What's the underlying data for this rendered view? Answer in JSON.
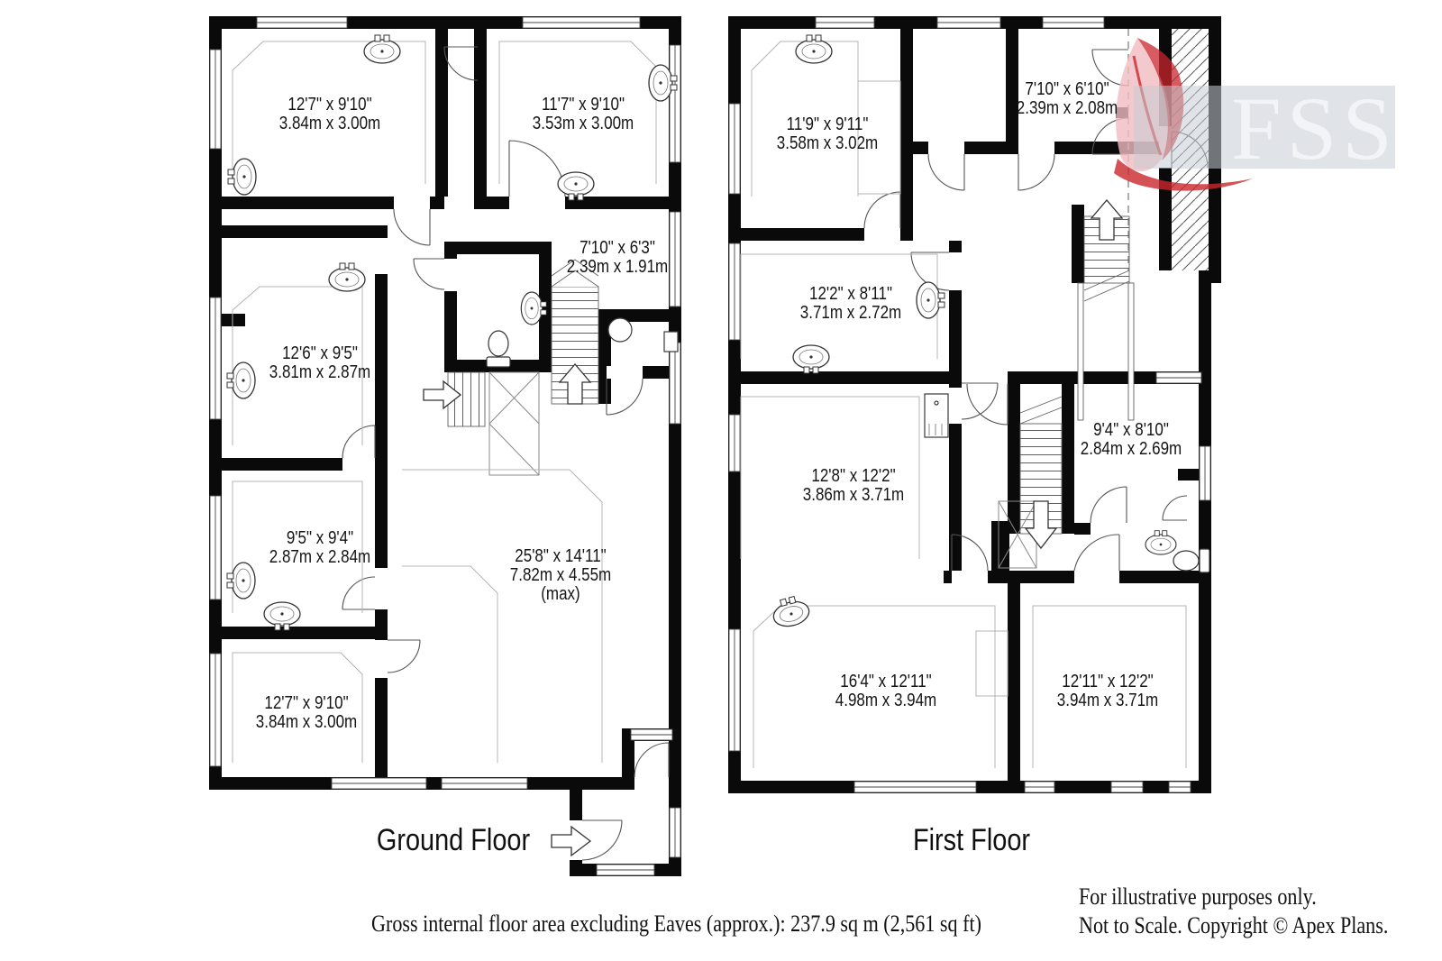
{
  "watermark": {
    "logo_text": "FSS"
  },
  "ground_floor": {
    "title": "Ground Floor",
    "rooms": [
      {
        "imperial": "12'7\" x 9'10\"",
        "metric": "3.84m x 3.00m"
      },
      {
        "imperial": "11'7\" x 9'10\"",
        "metric": "3.53m x 3.00m"
      },
      {
        "imperial": "7'10\" x 6'3\"",
        "metric": "2.39m x 1.91m"
      },
      {
        "imperial": "12'6\" x 9'5\"",
        "metric": "3.81m x 2.87m"
      },
      {
        "imperial": "9'5\" x 9'4\"",
        "metric": "2.87m x 2.84m"
      },
      {
        "imperial": "25'8\" x 14'11\"",
        "metric": "7.82m x 4.55m",
        "note": "(max)"
      },
      {
        "imperial": "12'7\" x 9'10\"",
        "metric": "3.84m x 3.00m"
      }
    ]
  },
  "first_floor": {
    "title": "First Floor",
    "rooms": [
      {
        "imperial": "11'9\" x 9'11\"",
        "metric": "3.58m x 3.02m"
      },
      {
        "imperial": "7'10\" x 6'10\"",
        "metric": "2.39m x 2.08m"
      },
      {
        "imperial": "12'2\" x 8'11\"",
        "metric": "3.71m x 2.72m"
      },
      {
        "imperial": "12'8\" x 12'2\"",
        "metric": "3.86m x 3.71m"
      },
      {
        "imperial": "9'4\" x 8'10\"",
        "metric": "2.84m x 2.69m"
      },
      {
        "imperial": "16'4\" x 12'11\"",
        "metric": "4.98m x 3.94m"
      },
      {
        "imperial": "12'11\" x 12'2\"",
        "metric": "3.94m x 3.71m"
      }
    ]
  },
  "footer": {
    "area_note": "Gross internal floor area excluding Eaves (approx.): 237.9 sq m (2,561 sq ft)",
    "disclaimer_line1": "For illustrative purposes only.",
    "disclaimer_line2": "Not to Scale. Copyright © Apex Plans."
  }
}
